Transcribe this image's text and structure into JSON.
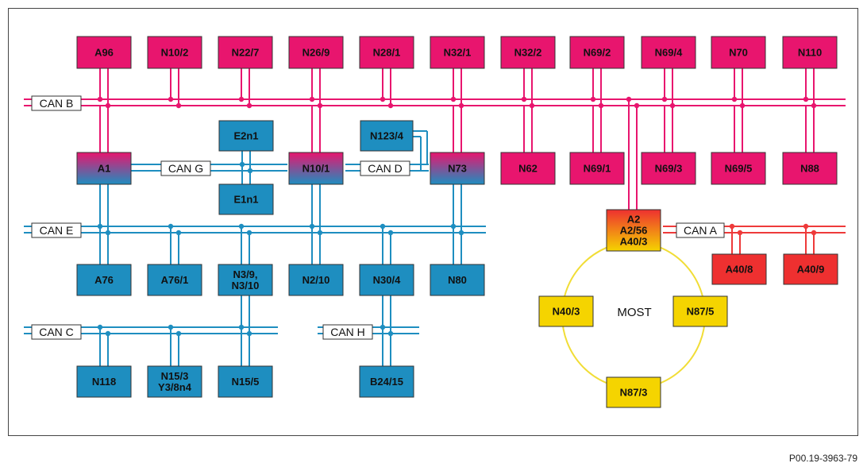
{
  "colors": {
    "can_b": "#e8156e",
    "can_a": "#ee3a3a",
    "blue": "#1e8ec0",
    "most": "#f1dd36",
    "most_box": "#f5d400",
    "red_box": "#ee3030"
  },
  "buses": {
    "can_b": "CAN B",
    "can_e": "CAN E",
    "can_c": "CAN C",
    "can_g": "CAN G",
    "can_d": "CAN D",
    "can_h": "CAN H",
    "can_a": "CAN A"
  },
  "ring": {
    "label": "MOST"
  },
  "nodes": {
    "a96": "A96",
    "n10_2": "N10/2",
    "n22_7": "N22/7",
    "n26_9": "N26/9",
    "n28_1": "N28/1",
    "n32_1": "N32/1",
    "n32_2": "N32/2",
    "n69_2": "N69/2",
    "n69_4": "N69/4",
    "n70": "N70",
    "n110": "N110",
    "a1": "A1",
    "n10_1": "N10/1",
    "n73": "N73",
    "n62": "N62",
    "n69_1": "N69/1",
    "n69_3": "N69/3",
    "n69_5": "N69/5",
    "n88": "N88",
    "e2n1": "E2n1",
    "e1n1": "E1n1",
    "n123_4": "N123/4",
    "a2": [
      "A2",
      "A2/56",
      "A40/3"
    ],
    "a76": "A76",
    "a76_1": "A76/1",
    "n3": [
      "N3/9,",
      "N3/10"
    ],
    "n2_10": "N2/10",
    "n30_4": "N30/4",
    "n80": "N80",
    "n118": "N118",
    "n15_3": [
      "N15/3",
      "Y3/8n4"
    ],
    "n15_5": "N15/5",
    "b24_15": "B24/15",
    "a40_8": "A40/8",
    "a40_9": "A40/9",
    "n40_3": "N40/3",
    "n87_5": "N87/5",
    "n87_3": "N87/3"
  },
  "footer": {
    "code": "P00.19-3963-79"
  }
}
